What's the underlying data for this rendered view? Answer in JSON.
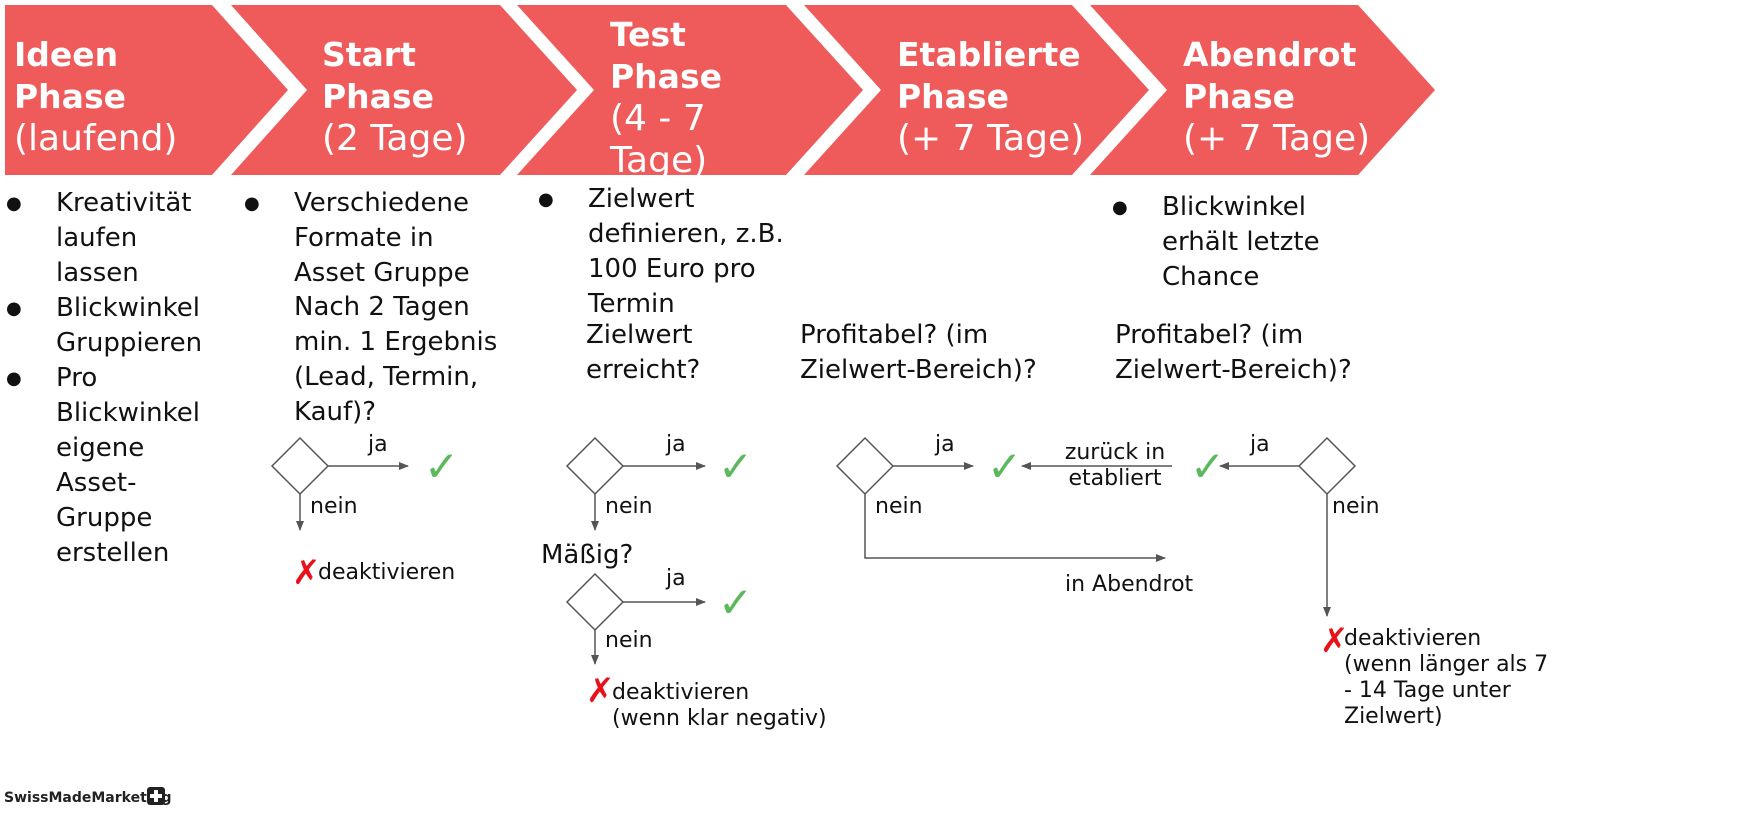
{
  "colors": {
    "phase_fill": "#ef5a5a",
    "check": "#5cb85c",
    "cross": "#e8121b",
    "line": "#555555"
  },
  "phases": [
    {
      "title": "Ideen Phase",
      "bold1": "Ideen",
      "bold2": "Phase",
      "subtitle": "(laufend)"
    },
    {
      "title": "Start Phase",
      "bold1": "Start",
      "bold2": "Phase",
      "subtitle": "(2 Tage)"
    },
    {
      "title": "Test Phase",
      "bold1": "Test",
      "bold2": "Phase",
      "subtitle1": "(4 - 7",
      "subtitle2": "Tage)"
    },
    {
      "title": "Etablierte Phase",
      "bold1": "Etablierte",
      "bold2": "Phase",
      "subtitle": "(+ 7 Tage)"
    },
    {
      "title": "Abendrot Phase",
      "bold1": "Abendrot",
      "bold2": "Phase",
      "subtitle": "(+ 7 Tage)"
    }
  ],
  "ideen": {
    "bullets": [
      "Kreativität laufen lassen",
      "Blickwinkel Gruppieren",
      "Pro Blickwinkel eigene Asset-Gruppe erstellen"
    ]
  },
  "start": {
    "bullet": "Verschiedene Formate in Asset Gruppe",
    "question": "Nach 2 Tagen min. 1 Ergebnis (Lead, Termin, Kauf)?",
    "yes": "ja",
    "no": "nein",
    "action": "deaktivieren"
  },
  "test": {
    "bullet": "Zielwert definieren, z.B. 100 Euro pro Termin",
    "question": "Zielwert erreicht?",
    "yes": "ja",
    "no": "nein",
    "question2": "Mäßig?",
    "yes2": "ja",
    "no2": "nein",
    "action": "deaktivieren",
    "action_note": "(wenn klar negativ)"
  },
  "etabliert": {
    "question": "Profitabel? (im Zielwert-Bereich)?",
    "yes": "ja",
    "no": "nein",
    "to_abendrot": "in Abendrot"
  },
  "abendrot": {
    "bullet": "Blickwinkel erhält letzte Chance",
    "question": "Profitabel? (im Zielwert-Bereich)?",
    "yes": "ja",
    "no": "nein",
    "back_label": "zurück in etabliert",
    "action": "deaktivieren",
    "action_note": "(wenn länger als 7 - 14 Tage unter Zielwert)"
  },
  "symbols": {
    "check": "✓",
    "cross": "✗"
  },
  "logo": {
    "text": "SwissMadeMarketing",
    "icon": "swiss-cross-icon"
  }
}
